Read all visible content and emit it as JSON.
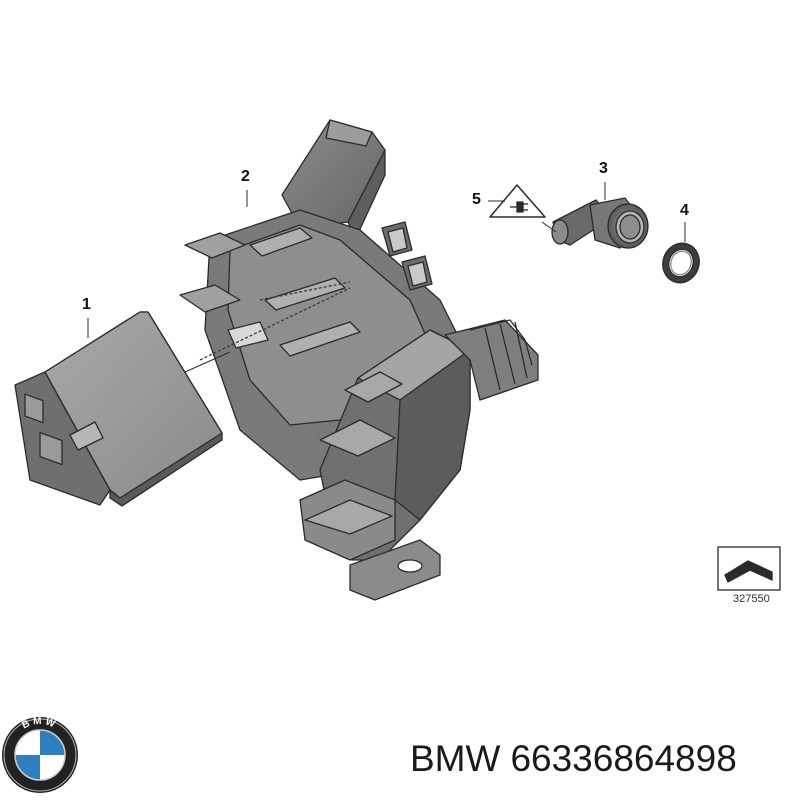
{
  "callouts": {
    "p1": "1",
    "p2": "2",
    "p3": "3",
    "p4": "4",
    "p5": "5"
  },
  "ref_number": "327550",
  "caption": {
    "brand": "BMW",
    "part_number": "66336864898"
  },
  "logo": {
    "text": "BMW"
  },
  "colors": {
    "part_fill": "#7d7d7d",
    "part_dark": "#4f4f4f",
    "part_light": "#a3a3a3",
    "outline": "#2b2b2b",
    "bmw_blue": "#2d7fc0"
  }
}
